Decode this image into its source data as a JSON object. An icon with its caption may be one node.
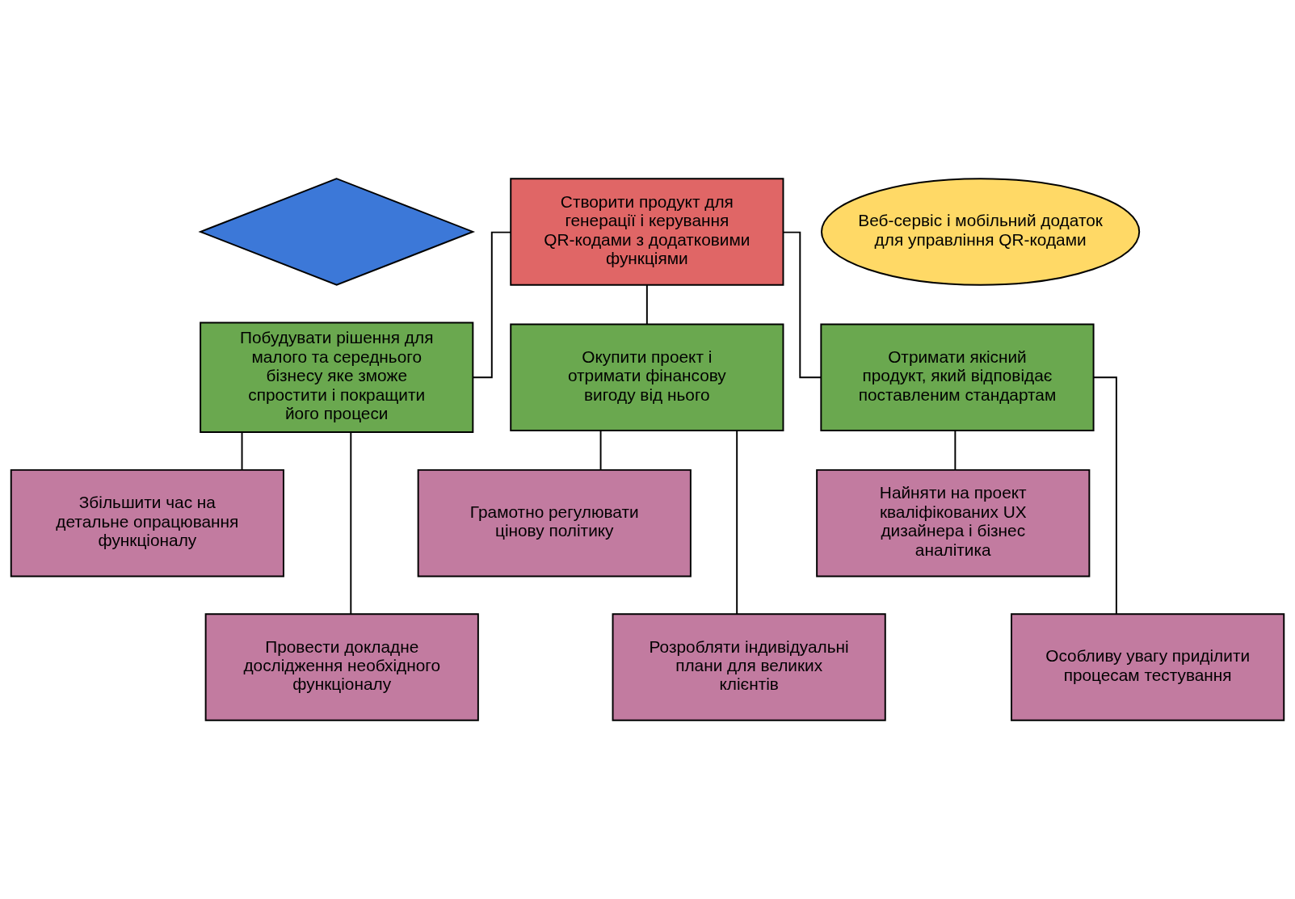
{
  "diagram": {
    "nodes": [
      {
        "text": [],
        "shape": "diamond"
      },
      {
        "text": [
          "Створити продукт для генерації і керування QR-кодами з додатковими функціями"
        ]
      },
      {
        "text": [
          "Веб-сервіс і мобільний додаток для управління QR-кодами"
        ]
      },
      {
        "text": [
          "Побудувати рішення для малого та середнього бізнесу яке зможе спростити і покращити його процеси"
        ]
      },
      {
        "text": [
          "Окупити проект і отримати фінансову вигоду від нього"
        ]
      },
      {
        "text": [
          "Отримати якісний продукт, який відповідає поставленим стандартам"
        ]
      },
      {
        "text": [
          "Збільшити час на детальне опрацювання функціоналу"
        ]
      },
      {
        "text": [
          "Грамотно регулювати цінову політику"
        ]
      },
      {
        "text": [
          "Найняти на проект кваліфікованих UX дизайнера і бізнес аналітика"
        ]
      },
      {
        "text": [
          "Провести докладне дослідження необхідного функціоналу"
        ]
      },
      {
        "text": [
          "Розробляти індивідуальні плани для великих клієнтів"
        ]
      },
      {
        "text": [
          "Особливу увагу приділити процесам тестування"
        ]
      }
    ],
    "edges": [
      {
        "from": 1,
        "to": 3,
        "arrow": "none"
      },
      {
        "from": 1,
        "to": 4,
        "arrow": "none"
      },
      {
        "from": 1,
        "to": 5,
        "arrow": "none"
      },
      {
        "from": 3,
        "to": 6,
        "arrow": "none"
      },
      {
        "from": 3,
        "to": 9,
        "arrow": "none"
      },
      {
        "from": 4,
        "to": 7,
        "arrow": "none"
      },
      {
        "from": 4,
        "to": 10,
        "arrow": "none"
      },
      {
        "from": 5,
        "to": 8,
        "arrow": "none"
      },
      {
        "from": 5,
        "to": 11,
        "arrow": "none"
      }
    ]
  }
}
